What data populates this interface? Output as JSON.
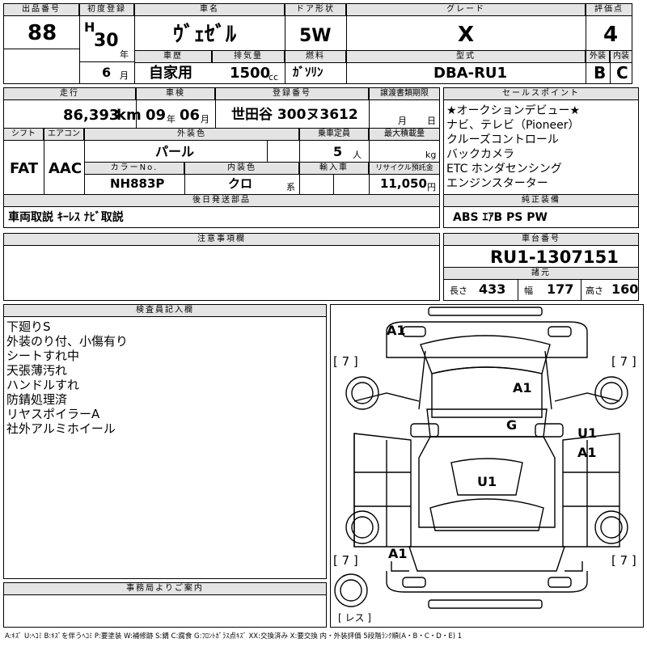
{
  "header": {
    "lot_label": "出品番号",
    "lot": "88",
    "first_reg_label": "初度登録",
    "era": "H",
    "year": "30",
    "year_unit": "年",
    "month": "6",
    "month_unit": "月",
    "car_name_label": "車名",
    "car_name": "ｳﾞｪｾﾞﾙ",
    "history_label": "車歴",
    "history": "自家用",
    "displacement_label": "排気量",
    "displacement": "1500",
    "displacement_unit": "cc",
    "door_label": "ドア形状",
    "door": "5W",
    "fuel_label": "燃料",
    "fuel": "ｶﾞｿﾘﾝ",
    "grade_label": "グレード",
    "grade": "X",
    "model_label": "型式",
    "model": "DBA-RU1",
    "score_label": "評価点",
    "score": "4",
    "exterior_label": "外装",
    "exterior": "B",
    "interior_label": "内装",
    "interior": "C"
  },
  "row2": {
    "mileage_label": "走行",
    "mileage": "86,393",
    "mileage_unit": "km",
    "inspection_label": "車検",
    "insp_year": "09",
    "insp_year_unit": "年",
    "insp_month": "06",
    "insp_month_unit": "月",
    "reg_no_label": "登録番号",
    "reg_no": "世田谷 300ヌ3612",
    "transfer_label": "譲渡書類期限",
    "transfer_month_unit": "月",
    "transfer_day_unit": "日",
    "shift_label": "シフト",
    "shift": "FAT",
    "ac_label": "エアコン",
    "ac": "AAC",
    "ext_color_label": "外装色",
    "ext_color": "パール",
    "capacity_label": "乗車定員",
    "capacity": "5",
    "capacity_unit": "人",
    "load_label": "最大積載量",
    "load_unit": "kg",
    "color_no_label": "カラーNo.",
    "color_no": "NH883P",
    "int_color_label": "内装色",
    "int_color": "クロ",
    "int_color_unit": "系",
    "import_label": "輸入車",
    "recycle_label": "リサイクル預託金",
    "recycle": "11,050",
    "recycle_unit": "円",
    "later_label": "後日発送部品",
    "later": "車両取説 ｷｰﾚｽ ﾅﾋﾞ取説"
  },
  "sales": {
    "label": "セールスポイント",
    "items": [
      "★オークションデビュー★",
      "ナビ、テレビ（Pioneer）",
      "クルーズコントロール",
      "バックカメラ",
      "ETC ホンダセンシング",
      "エンジンスターター"
    ]
  },
  "equipment": {
    "label": "純正装備",
    "value": "ABS ｴｱB PS PW"
  },
  "caution": {
    "label": "注意事項欄"
  },
  "chassis": {
    "label": "車台番号",
    "value": "RU1-1307151"
  },
  "specs": {
    "label": "諸元",
    "len_label": "長さ",
    "len": "433",
    "wid_label": "幅",
    "wid": "177",
    "hei_label": "高さ",
    "hei": "160"
  },
  "inspector": {
    "label": "検査員記入欄",
    "items": [
      "下廻りS",
      "外装のり付、小傷有り",
      "シートすれ中",
      "天張薄汚れ",
      "ハンドルすれ",
      "防錆処理済",
      "リヤスポイラーA",
      "社外アルミホイール"
    ]
  },
  "office": {
    "label": "事務局よりご案内"
  },
  "diagram": {
    "tire_tl": "[ 7 ]",
    "tire_tr": "[ 7 ]",
    "tire_bl": "[ 7 ]",
    "tire_br": "[ 7 ]",
    "marks": {
      "front_bumper": "A1",
      "hood": "A1",
      "roof": "G",
      "right_side_u": "U1",
      "right_side_a": "A1",
      "tailgate": "U1",
      "rear_bumper": "A1"
    },
    "spare": "[ レス ]"
  },
  "legend": "A:ｷｽﾞ U:ﾍｺﾐ B:ｷｽﾞを伴うﾍｺﾐ P:要塗装 W:補修跡 S:錆 C:腐食 G:ﾌﾛﾝﾄｶﾞﾗｽ点ｷｽﾞ XX:交換済み X:要交換 内・外装評価 5段階ﾗﾝｸ順(A・B・C・D・E) 1"
}
